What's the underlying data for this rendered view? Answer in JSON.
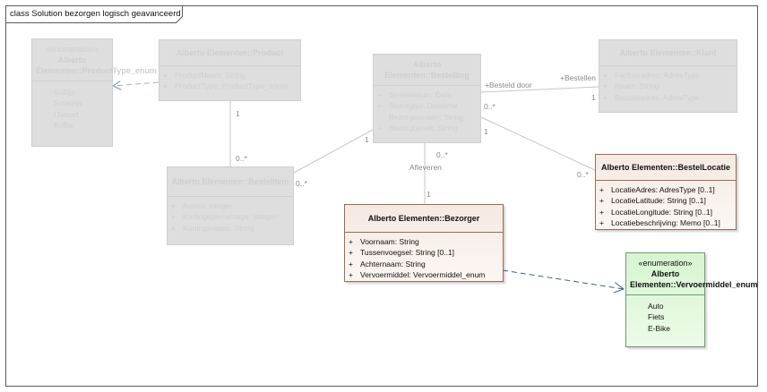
{
  "frame": {
    "title": "class Solution bezorgen logisch geavanceerd"
  },
  "classes": {
    "producttype_enum": {
      "stereotype": "«enumeration»",
      "name": "Alberto Elementen::ProductType_enum",
      "literals": [
        "Softijs",
        "Schepijs",
        "IJstaart",
        "Koffie"
      ]
    },
    "product": {
      "name": "Alberto Elementen::Product",
      "attributes": [
        {
          "vis": "+",
          "text": "ProductNaam: String"
        },
        {
          "vis": "+",
          "text": "ProductType: ProductType_enum"
        }
      ]
    },
    "bestelling": {
      "name": "Alberto Elementen::Bestelling",
      "attributes": [
        {
          "vis": "+",
          "text": "Besteldatum: Data"
        },
        {
          "vis": "+",
          "text": "Bezorgtijd: Datetime"
        },
        {
          "vis": "-",
          "text": "Bezorgwensen: String"
        },
        {
          "vis": "+",
          "text": "Bezorgbereik: String"
        }
      ]
    },
    "klant": {
      "name": "Alberto Elementen::Klant",
      "attributes": [
        {
          "vis": "+",
          "text": "Factuuradres: AdresType"
        },
        {
          "vis": "+",
          "text": "Naam: String"
        },
        {
          "vis": "+",
          "text": "Bezoekadres: AdresType"
        }
      ]
    },
    "bestelitem": {
      "name": "Alberto Elementen::Bestelitem",
      "attributes": [
        {
          "vis": "+",
          "text": "Aantal: Integer"
        },
        {
          "vis": "+",
          "text": "Kortingspercentage: Integer"
        },
        {
          "vis": "+",
          "text": "Kortingsreden: String"
        }
      ]
    },
    "bestellocatie": {
      "name": "Alberto Elementen::BestelLocatie",
      "attributes": [
        {
          "vis": "+",
          "text": "LocatieAdres: AdresType [0..1]"
        },
        {
          "vis": "+",
          "text": "LocatieLatitude: String [0..1]"
        },
        {
          "vis": "+",
          "text": "LocatieLongitude: String [0..1]"
        },
        {
          "vis": "+",
          "text": "Locatiebeschrijving: Memo [0..1]"
        }
      ]
    },
    "bezorger": {
      "name": "Alberto Elementen::Bezorger",
      "attributes": [
        {
          "vis": "+",
          "text": "Voornaam: String"
        },
        {
          "vis": "+",
          "text": "Tussenvoegsel: String [0..1]"
        },
        {
          "vis": "+",
          "text": "Achternaam: String"
        },
        {
          "vis": "+",
          "text": "Vervoermiddel: Vervoermiddel_enum"
        }
      ]
    },
    "vervoermiddel_enum": {
      "stereotype": "«enumeration»",
      "name": "Alberto Elementen::Vervoermiddel_enum",
      "literals": [
        "Auto",
        "Fiets",
        "E-Bike"
      ]
    }
  },
  "labels": {
    "bestelling_klant_role_left": "+Besteld door",
    "bestelling_klant_role_right": "+Bestellen",
    "bestelling_klant_mult_left": "0..*",
    "bestelling_klant_mult_right": "1",
    "product_bestelitem_mult_top": "1",
    "product_bestelitem_mult_bottom": "0..*",
    "bestelitem_bestelling_mult_left": "0..*",
    "bestelitem_bestelling_mult_right": "1",
    "bestelling_locatie_mult_top": "1",
    "bestelling_locatie_mult_bottom": "0..*",
    "afleveren_role": "Afleveren",
    "afleveren_mult_top": "0..*",
    "afleveren_mult_bottom": "1"
  }
}
